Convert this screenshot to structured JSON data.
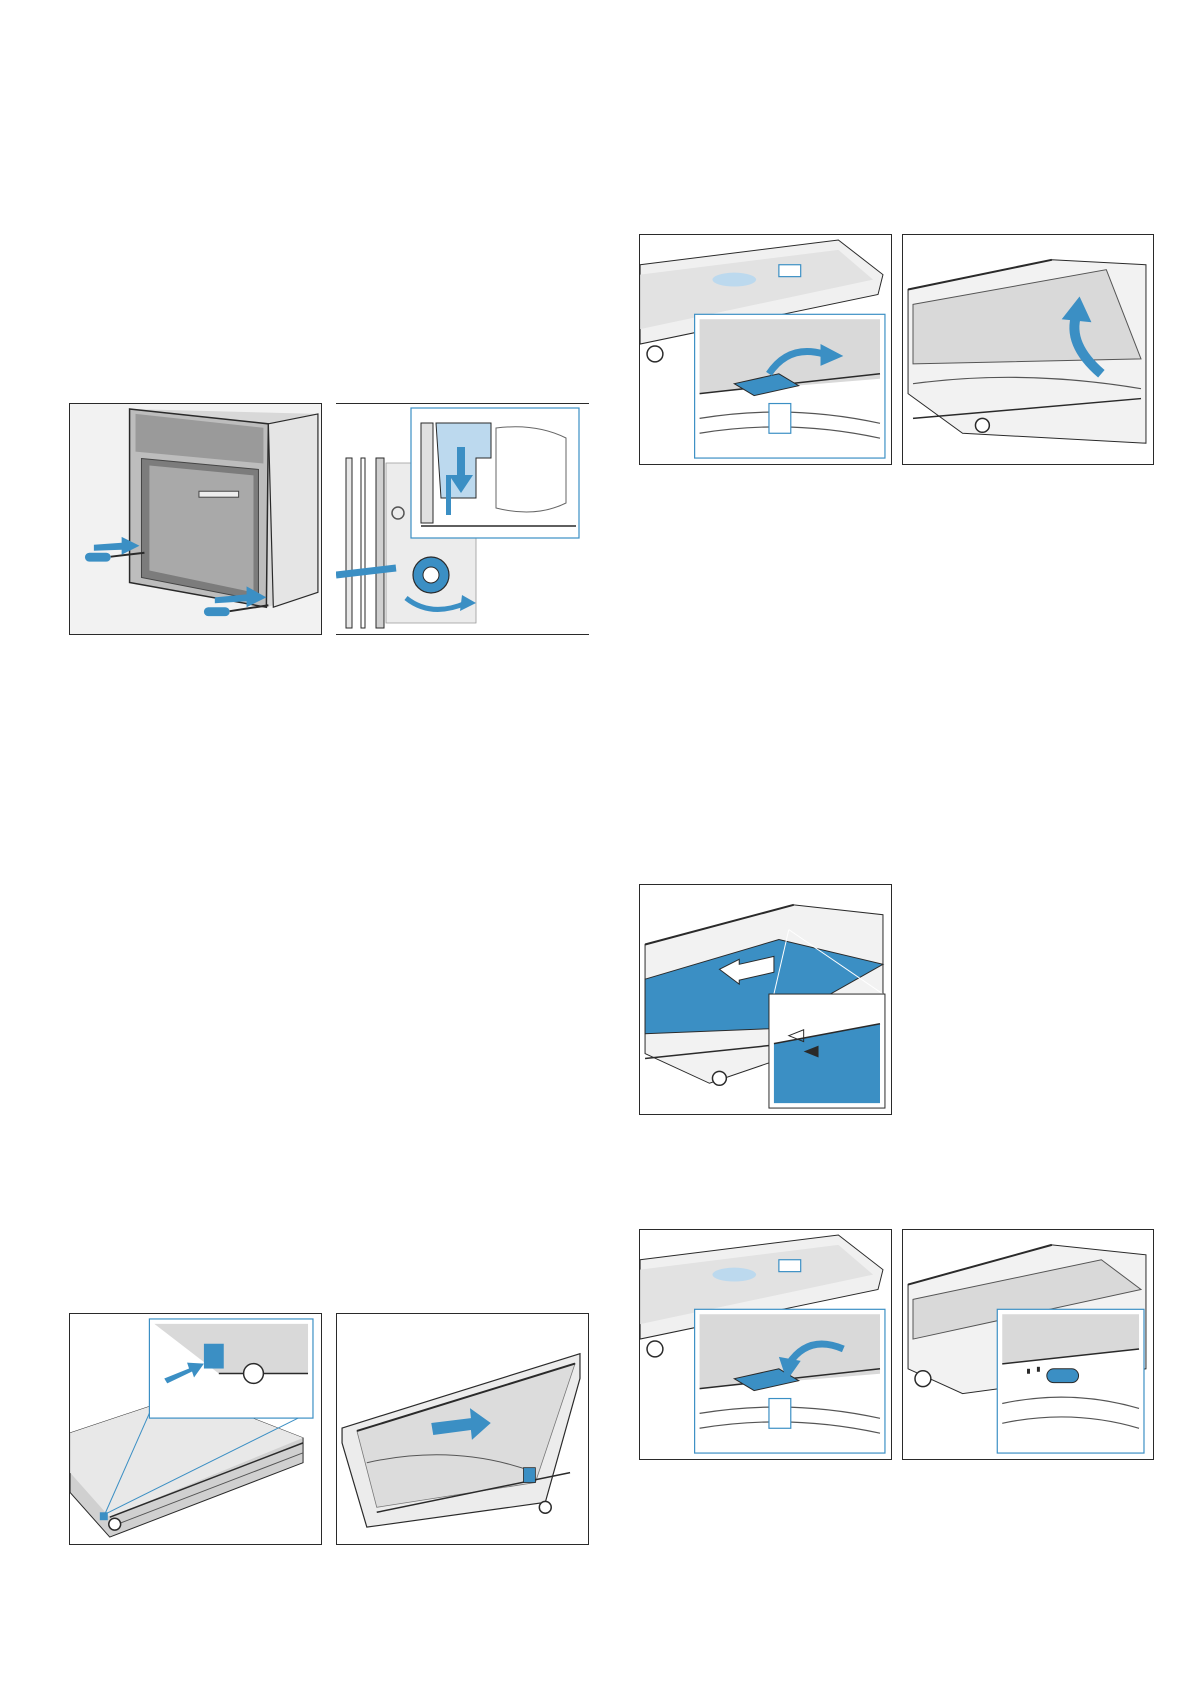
{
  "colors": {
    "accent": "#3b8fc4",
    "accent_light": "#bcd9ee",
    "panel_gray": "#d9d9d9",
    "line": "#2a2a2a"
  },
  "figures": [
    {
      "id": "oven-screwdriver",
      "icons": [
        "screwdriver-icon",
        "arrow-right-icon"
      ]
    },
    {
      "id": "hinge-lock-detail",
      "icons": [
        "arrow-down-icon",
        "rotate-arrow-icon"
      ]
    },
    {
      "id": "door-glass-side-detail",
      "icons": [
        "arrow-icon"
      ]
    },
    {
      "id": "door-glass-slide-out",
      "icons": [
        "arrow-right-icon"
      ]
    },
    {
      "id": "clip-open-detail",
      "icons": [
        "curved-arrow-icon"
      ]
    },
    {
      "id": "glass-lift-out",
      "icons": [
        "curved-arrow-icon"
      ]
    },
    {
      "id": "glass-insert-marking",
      "icons": [
        "arrow-left-icon",
        "triangle-mark-icon"
      ]
    },
    {
      "id": "clip-close-detail",
      "icons": [
        "curved-arrow-icon"
      ]
    },
    {
      "id": "clip-closed-result",
      "icons": []
    }
  ]
}
